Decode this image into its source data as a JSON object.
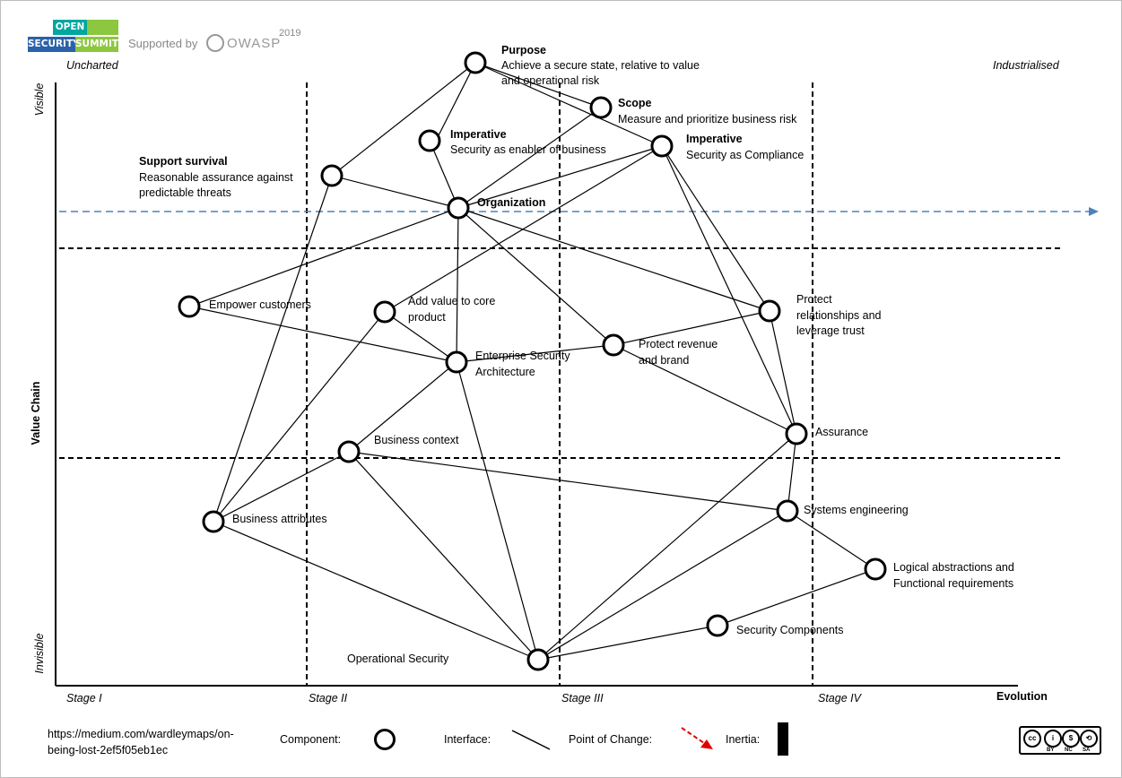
{
  "header": {
    "logo_open": "OPEN",
    "logo_security": "SECURITY",
    "logo_summit": "SUMMIT",
    "supported_by": "Supported by",
    "owasp": "OWASP",
    "year": "2019"
  },
  "axes": {
    "uncharted": "Uncharted",
    "industrialised": "Industrialised",
    "visible": "Visible",
    "invisible": "Invisible",
    "value_chain": "Value Chain",
    "evolution": "Evolution",
    "stages": [
      "Stage I",
      "Stage II",
      "Stage III",
      "Stage IV"
    ]
  },
  "nodes": {
    "purpose": {
      "title": "Purpose",
      "line1": "Achieve a secure state, relative to value",
      "line2": "and operational risk"
    },
    "scope": {
      "title": "Scope",
      "line1": "Measure and prioritize business risk"
    },
    "imperative_business": {
      "title": "Imperative",
      "line1": "Security as enabler of business"
    },
    "imperative_compliance": {
      "title": "Imperative",
      "line1": "Security as Compliance"
    },
    "support_survival": {
      "title": "Support survival",
      "line1": "Reasonable assurance against",
      "line2": "predictable threats"
    },
    "organization": {
      "title": "Organization"
    },
    "empower_customers": {
      "line1": "Empower customers"
    },
    "add_value": {
      "line1": "Add value to core",
      "line2": "product"
    },
    "protect_relationships": {
      "line1": "Protect",
      "line2": "relationships and",
      "line3": "leverage trust"
    },
    "protect_revenue": {
      "line1": "Protect revenue",
      "line2": "and brand"
    },
    "enterprise_security": {
      "line1": "Enterprise Security",
      "line2": "Architecture"
    },
    "assurance": {
      "line1": "Assurance"
    },
    "business_context": {
      "line1": "Business context"
    },
    "business_attributes": {
      "line1": "Business attributes"
    },
    "systems_engineering": {
      "line1": "Systems engineering"
    },
    "logical_abstractions": {
      "line1": "Logical abstractions and",
      "line2": "Functional requirements"
    },
    "security_components": {
      "line1": "Security Components"
    },
    "operational_security": {
      "line1": "Operational Security"
    }
  },
  "legend": {
    "url_line1": "https://medium.com/wardleymaps/on-",
    "url_line2": "being-lost-2ef5f05eb1ec",
    "component": "Component:",
    "interface": "Interface:",
    "point_of_change": "Point of Change:",
    "inertia": "Inertia:"
  },
  "license": {
    "cc": "cc",
    "by": "BY",
    "nc": "NC",
    "sa": "SA"
  },
  "colors": {
    "dashed_arrow": "#4f81bd",
    "point_of_change": "#e00000",
    "logo_teal": "#00a6a0",
    "logo_blue": "#2a61a8",
    "logo_green": "#8dc63f"
  }
}
